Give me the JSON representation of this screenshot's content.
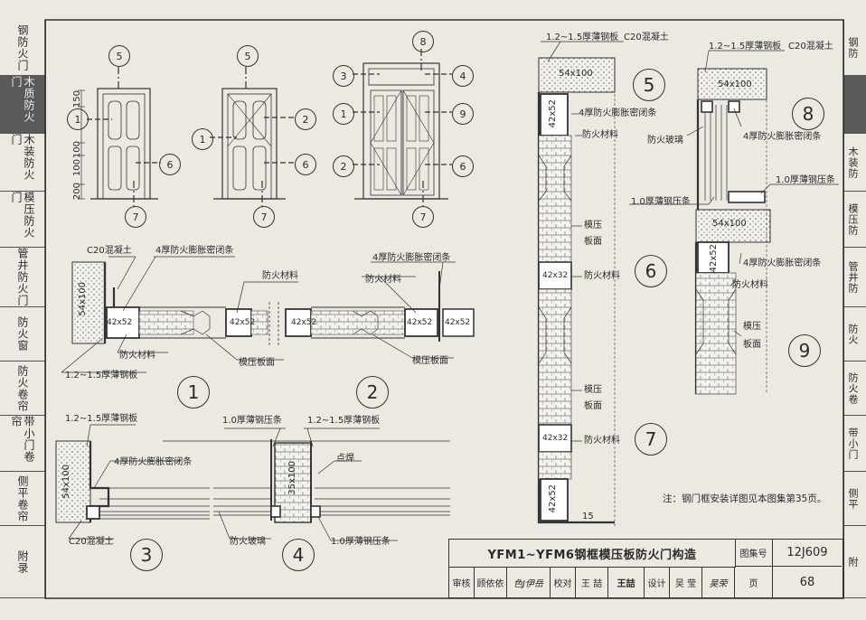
{
  "left_tabs": [
    {
      "label": "钢防火门",
      "active": false
    },
    {
      "label": "木质防火门",
      "active": true
    },
    {
      "label": "木装防火门",
      "active": false
    },
    {
      "label": "模压防火门",
      "active": false
    },
    {
      "label": "管井防火门",
      "active": false
    },
    {
      "label": "防火窗",
      "active": false
    },
    {
      "label": "防火卷帘",
      "active": false
    },
    {
      "label": "带小门卷帘",
      "active": false
    },
    {
      "label": "侧平卷帘",
      "active": false
    },
    {
      "label": "附录",
      "active": false
    }
  ],
  "right_tabs": [
    "钢防",
    "",
    "木装防",
    "模压防",
    "管井防",
    "防火",
    "防火卷",
    "带小门",
    "侧平",
    "附"
  ],
  "elevations": {
    "dims": [
      "150",
      "100",
      "100",
      "200"
    ],
    "markers_a": [
      "5",
      "1",
      "6",
      "7"
    ],
    "markers_b": [
      "5",
      "1",
      "2",
      "6",
      "7"
    ],
    "markers_c": [
      "8",
      "3",
      "4",
      "1",
      "9",
      "2",
      "6",
      "7"
    ]
  },
  "detail1": {
    "number": "1",
    "c20": "C20混凝土",
    "strip": "4厚防火膨胀密闭条",
    "section": "54x100",
    "size": "42x52",
    "mid": "42x52",
    "fire_top": "防火材料",
    "fire_bottom": "防火材料",
    "plate": "1.2~1.5厚薄钢板",
    "panel": "模压板面"
  },
  "detail2": {
    "number": "2",
    "strip": "4厚防火膨胀密闭条",
    "fire": "防火材料",
    "size1": "42x52",
    "size2": "42x52",
    "small": "42x52",
    "left_small": "42x52",
    "panel": "模压板面"
  },
  "detail3": {
    "number": "3",
    "plate": "1.2~1.5厚薄钢板",
    "strip": "4厚防火膨胀密闭条",
    "section": "54x100",
    "c20": "C20混凝土"
  },
  "detail4": {
    "number": "4",
    "press_top": "1.0厚薄钢压条",
    "plate": "1.2~1.5厚薄钢板",
    "section": "35x100",
    "weld": "点焊",
    "glass": "防火玻璃",
    "press_bottom": "1.0厚薄钢压条"
  },
  "detail5": {
    "number": "5",
    "plate": "1.2~1.5厚薄钢板",
    "c20": "C20混凝土",
    "section": "54x100",
    "frame": "42x52",
    "strip": "4厚防火膨胀密闭条",
    "fire": "防火材料",
    "panel_1": "模压",
    "panel_2": "板面"
  },
  "detail6": {
    "number": "6",
    "mid": "42x32",
    "fire": "防火材料",
    "panel_1": "模压",
    "panel_2": "板面"
  },
  "detail7": {
    "number": "7",
    "mid": "42x32",
    "fire": "防火材料",
    "frame": "42x52",
    "gap": "15"
  },
  "detail8": {
    "number": "8",
    "plate": "1.2~1.5厚薄钢板",
    "c20": "C20混凝土",
    "section": "54x100",
    "glass": "防火玻璃",
    "strip": "4厚防火膨胀密闭条",
    "press": "1.0厚薄钢压条",
    "press2": "1.0厚薄钢压条"
  },
  "detail9": {
    "number": "9",
    "section": "54x100",
    "frame": "42x52",
    "strip": "4厚防火膨胀密闭条",
    "fire": "防火材料",
    "panel_1": "模压",
    "panel_2": "板面"
  },
  "note": "注：钢门框安装详图见本图集第35页。",
  "title_block": {
    "title": "YFM1~YFM6钢框模压板防火门构造",
    "atlas_label": "图集号",
    "atlas_no": "12J609",
    "review_label": "审核",
    "review_name": "顾依依",
    "review_sign": "色J伊岳",
    "check_label": "校对",
    "check_name": "王 喆",
    "check_sign": "王喆",
    "design_label": "设计",
    "design_name": "吴 莹",
    "design_sign": "吴荣",
    "page_label": "页",
    "page_no": "68"
  }
}
